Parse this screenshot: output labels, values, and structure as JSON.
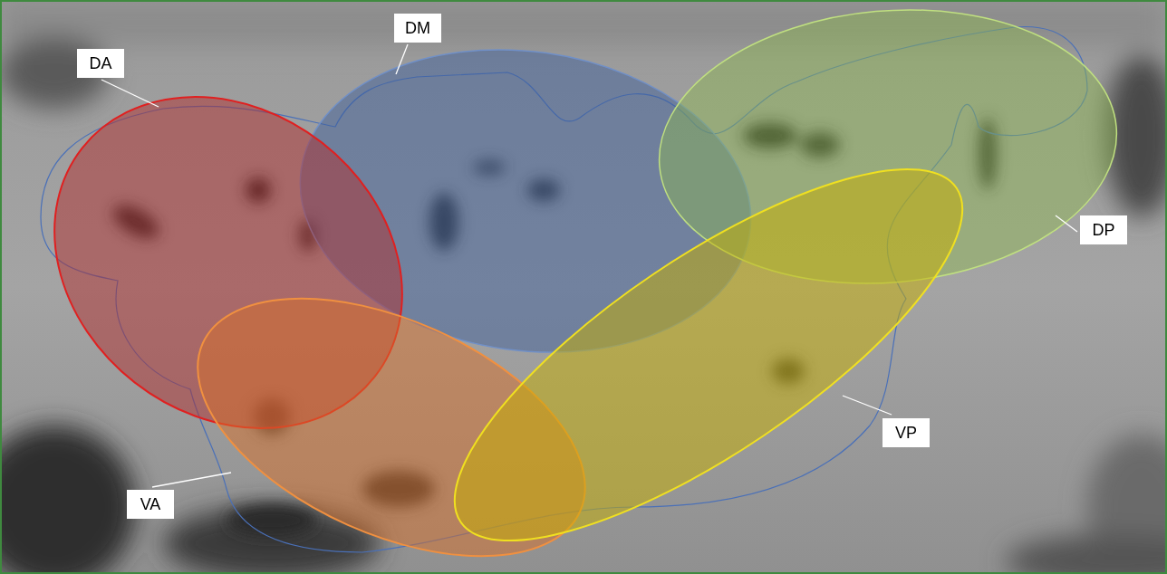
{
  "diagram": {
    "nodes": [
      {
        "text": [
          "DM"
        ]
      },
      {
        "text": [
          "DA"
        ]
      },
      {
        "text": [
          "DP"
        ]
      },
      {
        "text": [
          "VP"
        ]
      },
      {
        "text": [
          "VA"
        ]
      }
    ]
  }
}
